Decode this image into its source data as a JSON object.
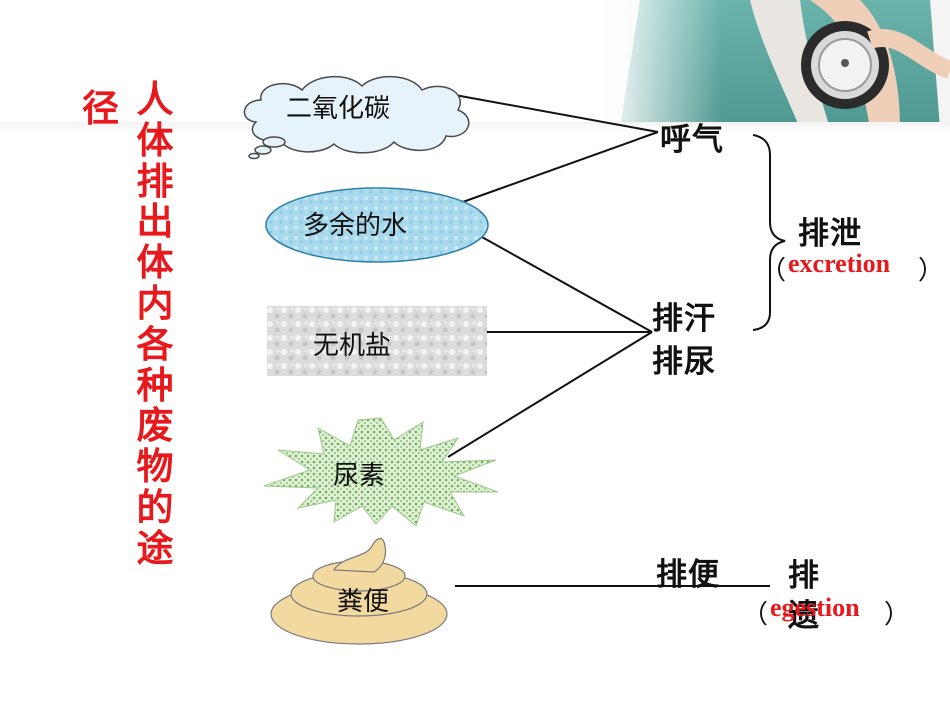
{
  "slide": {
    "title_prefix": "径",
    "title_vertical": "人体排出体内各种废物的途",
    "substances": {
      "co2": "二氧化碳",
      "water": "多余的水",
      "salt": "无机盐",
      "urea": "尿素",
      "feces": "粪便"
    },
    "routes": {
      "breathe": "呼气",
      "sweat": "排汗",
      "urine": "排尿",
      "defecate": "排便"
    },
    "categories": {
      "excretion_cn": "排泄",
      "excretion_en": "excretion",
      "egestion_cn": "排遗",
      "egestion_en": "egestion",
      "paren_open": "（",
      "paren_close": "）"
    },
    "colors": {
      "title": "#e8191d",
      "english_term": "#e8191d",
      "cloud_fill": "#e6f3fa",
      "water_fill": "#a9d9ec",
      "salt_fill": "#dcdcdc",
      "urea_fill": "#c9e3bd",
      "feces_fill": "#f2d9a0",
      "nurse_uniform": "#5fa9a2"
    }
  }
}
